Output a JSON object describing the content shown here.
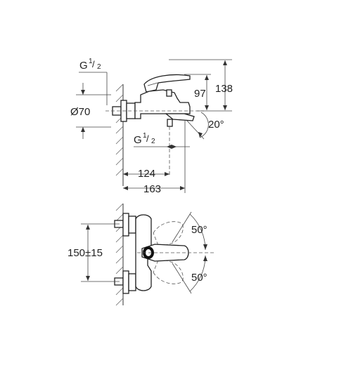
{
  "dimensions": {
    "g_half_top": {
      "base": "G",
      "sup": "1",
      "den": "2"
    },
    "g_half_mid": {
      "base": "G",
      "sup": "1",
      "den": "2"
    },
    "dia_70": "Ø70",
    "h_138": "138",
    "h_97": "97",
    "angle_20": "20°",
    "w_124": "124",
    "w_163": "163",
    "spacing_150": "150±15",
    "angle_50_top": "50°",
    "angle_50_bottom": "50°"
  }
}
